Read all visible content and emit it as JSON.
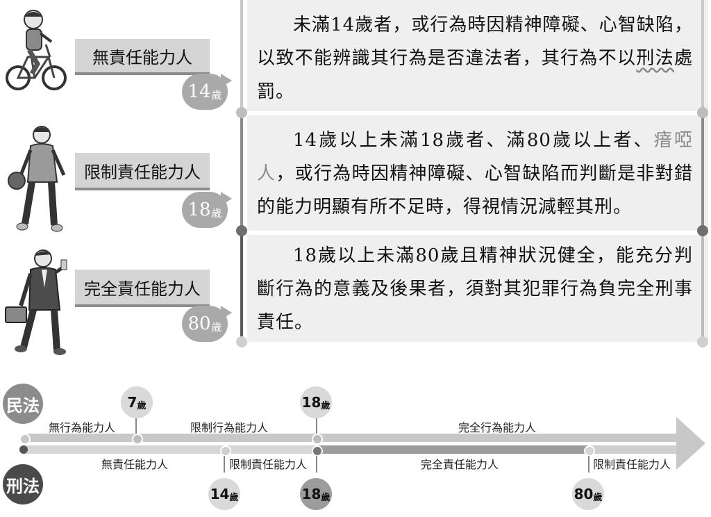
{
  "rows": [
    {
      "label": "無責任能力人",
      "age": "14",
      "age_unit": "歲",
      "text_pre": "未滿14歲者，或行為時因精神障礙、心智缺陷，以致不能辨識其行為是否違法者，其行為不以",
      "text_wavy": "刑法",
      "text_post": "處罰。"
    },
    {
      "label": "限制責任能力人",
      "age": "18",
      "age_unit": "歲",
      "text_pre": "14歲以上未滿18歲者、滿80歲以上者、",
      "text_highlight": "瘖啞人",
      "text_post": "，或行為時因精神障礙、心智缺陷而判斷是非對錯的能力明顯有所不足時，得視情況減輕其刑。"
    },
    {
      "label": "完全責任能力人",
      "age": "80",
      "age_unit": "歲",
      "text": "18歲以上未滿80歲且精神狀況健全，能充分判斷行為的意義及後果者，須對其犯罪行為負完全刑事責任。"
    }
  ],
  "timeline": {
    "civil": {
      "name": "民法",
      "ages": [
        {
          "age": "7",
          "unit": "歲"
        },
        {
          "age": "18",
          "unit": "歲"
        }
      ],
      "segments": [
        "無行為能力人",
        "限制行為能力人",
        "完全行為能力人"
      ]
    },
    "criminal": {
      "name": "刑法",
      "ages": [
        {
          "age": "14",
          "unit": "歲"
        },
        {
          "age": "18",
          "unit": "歲"
        },
        {
          "age": "80",
          "unit": "歲"
        }
      ],
      "segments": [
        "無責任能力人",
        "限制責任能力人",
        "完全責任能力人",
        "限制責任能力人"
      ]
    }
  },
  "colors": {
    "panel": "#efefef",
    "line_light": "#c8c8c8",
    "line_mid": "#8a8a8a",
    "line_dark": "#5a5a5a",
    "bubble": "#a9a9a9",
    "label_bg": "#d4d4d4",
    "civil_circle": "#8c8c8c",
    "criminal_circle": "#4a4a4a"
  },
  "icons": [
    "boy-on-bicycle-icon",
    "teen-with-basketball-icon",
    "businessman-with-briefcase-icon"
  ]
}
